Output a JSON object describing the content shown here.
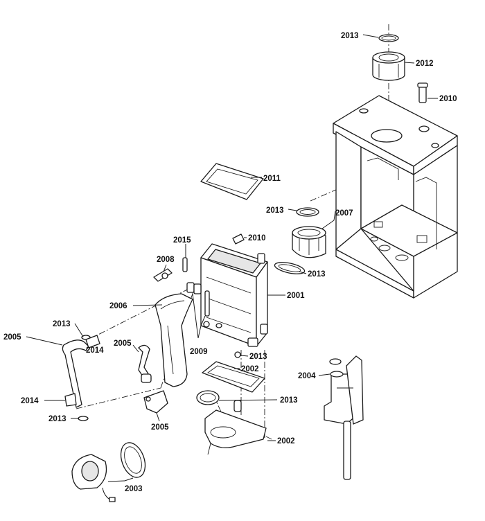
{
  "labels": {
    "p2001": "2001",
    "p2002a": "2002",
    "p2002b": "2002",
    "p2003": "2003",
    "p2004": "2004",
    "p2005a": "2005",
    "p2005b": "2005",
    "p2005c": "2005",
    "p2006": "2006",
    "p2007": "2007",
    "p2008": "2008",
    "p2009": "2009",
    "p2010a": "2010",
    "p2010b": "2010",
    "p2011": "2011",
    "p2012": "2012",
    "p2013a": "2013",
    "p2013b": "2013",
    "p2013c": "2013",
    "p2013d": "2013",
    "p2013e": "2013",
    "p2013f": "2013",
    "p2013g": "2013",
    "p2014a": "2014",
    "p2014b": "2014",
    "p2015": "2015"
  }
}
